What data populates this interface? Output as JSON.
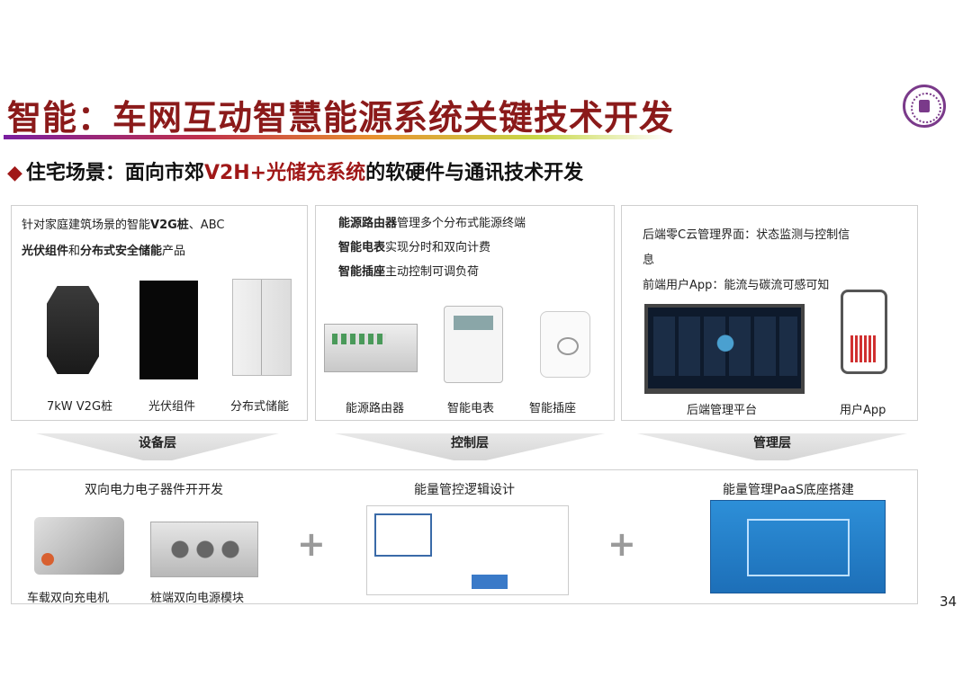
{
  "title": "智能：车网互动智慧能源系统关键技术开发",
  "subtitle": {
    "bullet": "◆",
    "prefix": "住宅场景：面向市郊",
    "highlight": "V2H+光储充系统",
    "suffix": "的软硬件与通讯技术开发"
  },
  "panel1": {
    "line1_plain_a": "针对家庭建筑场景的智能",
    "line1_bold": "V2G桩",
    "line1_plain_b": "、ABC",
    "line2_bold_a": "光伏组件",
    "line2_plain": "和",
    "line2_bold_b": "分布式安全储能",
    "line2_tail": "产品",
    "captions": [
      "7kW V2G桩",
      "光伏组件",
      "分布式储能"
    ]
  },
  "panel2": {
    "items": [
      {
        "bold": "能源路由器",
        "text": "管理多个分布式能源终端"
      },
      {
        "bold": "智能电表",
        "text": "实现分时和双向计费"
      },
      {
        "bold": "智能插座",
        "text": "主动控制可调负荷"
      }
    ],
    "captions": [
      "能源路由器",
      "智能电表",
      "智能插座"
    ]
  },
  "panel3": {
    "line1": "后端零C云管理界面：状态监测与控制信",
    "line1_wrap": "息",
    "line2": "前端用户App：能流与碳流可感可知",
    "captions": [
      "后端管理平台",
      "用户App"
    ]
  },
  "layers": [
    "设备层",
    "控制层",
    "管理层"
  ],
  "bottom": {
    "titles": [
      "双向电力电子器件开开发",
      "能量管控逻辑设计",
      "能量管理PaaS底座搭建"
    ],
    "captions": [
      "车载双向充电机",
      "桩端双向电源模块"
    ],
    "plus": "+"
  },
  "page_number": "34",
  "colors": {
    "title": "#8b1a1a",
    "highlight": "#a01818",
    "logo": "#7a3a8a"
  }
}
